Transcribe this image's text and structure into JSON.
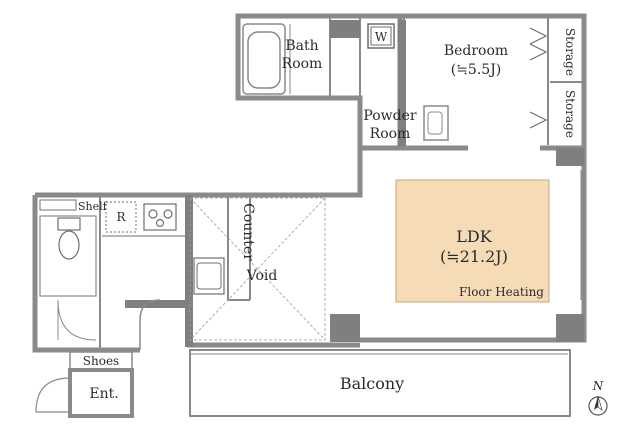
{
  "rooms": {
    "bath_line1": "Bath",
    "bath_line2": "Room",
    "washer_mark": "W",
    "bedroom": "Bedroom",
    "bedroom_area": "(≒5.5J)",
    "storage_top": "Storage",
    "storage_bottom": "Storage",
    "powder_line1": "Powder",
    "powder_line2": "Room",
    "ldk": "LDK",
    "ldk_area": "(≒21.2J)",
    "floor_heating": "Floor Heating",
    "counter": "Counter",
    "void": "Void",
    "fridge_mark": "R",
    "shelf": "Shelf",
    "shoes": "Shoes",
    "entrance": "Ent.",
    "balcony": "Balcony"
  },
  "compass": {
    "label": "N"
  },
  "colors": {
    "wall": "#8a8a8a",
    "wall_dark": "#6f6f6f",
    "floor_heating": "#f5dcb6",
    "floor_heating_border": "#c9a77e",
    "line": "#7a7a7a",
    "text": "#2b2b2b"
  }
}
